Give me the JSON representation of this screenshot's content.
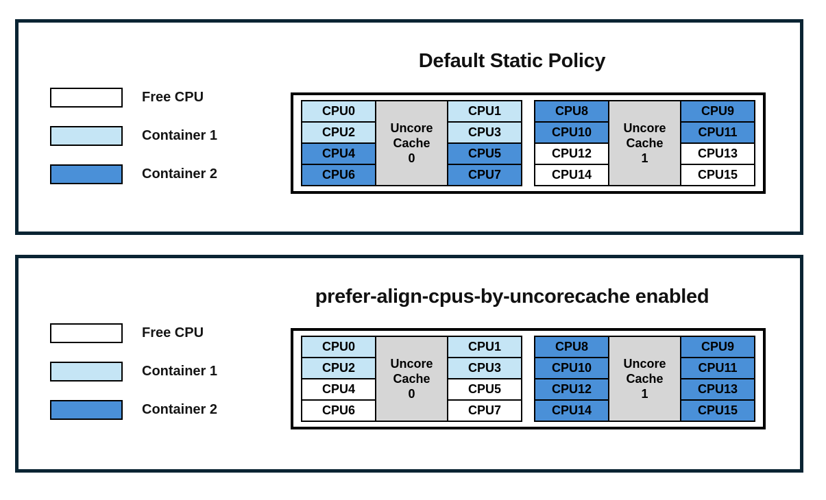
{
  "colors": {
    "free": "#ffffff",
    "container1": "#c5e5f5",
    "container2": "#4a90d8",
    "cache": "#d6d6d6",
    "panel_border": "#0a2433"
  },
  "legend": [
    {
      "label": "Free CPU",
      "state": "free"
    },
    {
      "label": "Container 1",
      "state": "container1"
    },
    {
      "label": "Container 2",
      "state": "container2"
    }
  ],
  "panels": [
    {
      "title": "Default Static Policy",
      "groups": [
        {
          "cache_lines": [
            "Uncore",
            "Cache",
            "0"
          ],
          "left": [
            {
              "label": "CPU0",
              "state": "container1"
            },
            {
              "label": "CPU2",
              "state": "container1"
            },
            {
              "label": "CPU4",
              "state": "container2"
            },
            {
              "label": "CPU6",
              "state": "container2"
            }
          ],
          "right": [
            {
              "label": "CPU1",
              "state": "container1"
            },
            {
              "label": "CPU3",
              "state": "container1"
            },
            {
              "label": "CPU5",
              "state": "container2"
            },
            {
              "label": "CPU7",
              "state": "container2"
            }
          ]
        },
        {
          "cache_lines": [
            "Uncore",
            "Cache",
            "1"
          ],
          "left": [
            {
              "label": "CPU8",
              "state": "container2"
            },
            {
              "label": "CPU10",
              "state": "container2"
            },
            {
              "label": "CPU12",
              "state": "free"
            },
            {
              "label": "CPU14",
              "state": "free"
            }
          ],
          "right": [
            {
              "label": "CPU9",
              "state": "container2"
            },
            {
              "label": "CPU11",
              "state": "container2"
            },
            {
              "label": "CPU13",
              "state": "free"
            },
            {
              "label": "CPU15",
              "state": "free"
            }
          ]
        }
      ]
    },
    {
      "title": "prefer-align-cpus-by-uncorecache enabled",
      "groups": [
        {
          "cache_lines": [
            "Uncore",
            "Cache",
            "0"
          ],
          "left": [
            {
              "label": "CPU0",
              "state": "container1"
            },
            {
              "label": "CPU2",
              "state": "container1"
            },
            {
              "label": "CPU4",
              "state": "free"
            },
            {
              "label": "CPU6",
              "state": "free"
            }
          ],
          "right": [
            {
              "label": "CPU1",
              "state": "container1"
            },
            {
              "label": "CPU3",
              "state": "container1"
            },
            {
              "label": "CPU5",
              "state": "free"
            },
            {
              "label": "CPU7",
              "state": "free"
            }
          ]
        },
        {
          "cache_lines": [
            "Uncore",
            "Cache",
            "1"
          ],
          "left": [
            {
              "label": "CPU8",
              "state": "container2"
            },
            {
              "label": "CPU10",
              "state": "container2"
            },
            {
              "label": "CPU12",
              "state": "container2"
            },
            {
              "label": "CPU14",
              "state": "container2"
            }
          ],
          "right": [
            {
              "label": "CPU9",
              "state": "container2"
            },
            {
              "label": "CPU11",
              "state": "container2"
            },
            {
              "label": "CPU13",
              "state": "container2"
            },
            {
              "label": "CPU15",
              "state": "container2"
            }
          ]
        }
      ]
    }
  ]
}
